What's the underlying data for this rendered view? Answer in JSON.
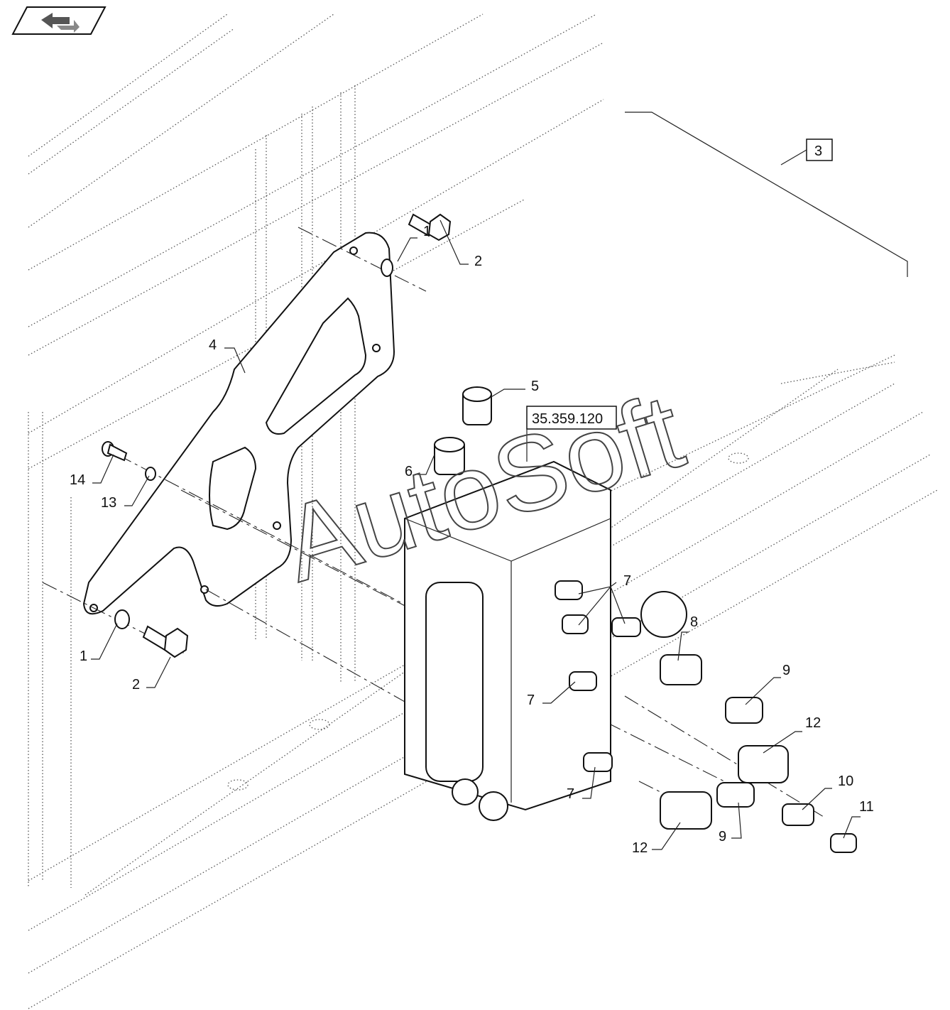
{
  "nav": {
    "icon": "return-arrow-icon"
  },
  "reference": "35.359.120",
  "assembly_label": "3",
  "watermark": "AutoSoft",
  "callouts": {
    "c1a": "1",
    "c2a": "2",
    "c4": "4",
    "c5": "5",
    "c6": "6",
    "c14": "14",
    "c13": "13",
    "c1b": "1",
    "c2b": "2",
    "c7a": "7",
    "c7b": "7",
    "c7c": "7",
    "c8": "8",
    "c9a": "9",
    "c12a": "12",
    "c10": "10",
    "c11": "11",
    "c12b": "12",
    "c9b": "9"
  }
}
